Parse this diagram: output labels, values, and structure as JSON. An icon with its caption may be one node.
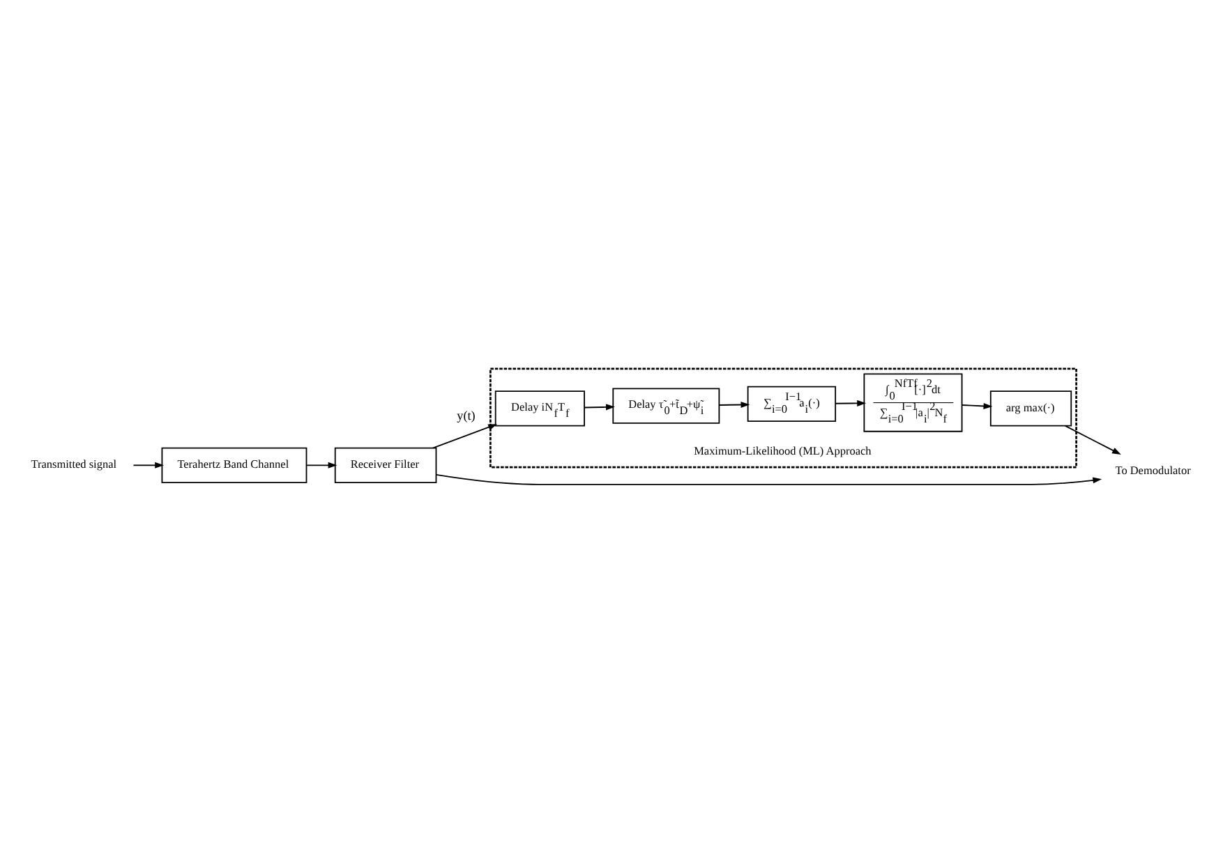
{
  "diagram": {
    "nodes": [
      {
        "text": [
          "Transmitted signal"
        ]
      },
      {
        "text": [
          "Terahertz Band Channel"
        ]
      },
      {
        "text": [
          "Receiver Filter"
        ]
      },
      {
        "text": [
          "To Demodulator"
        ]
      },
      {
        "text": [
          "Maximum-Likelihood (ML) Approach"
        ]
      },
      {
        "text": [
          "Delay iN$_{f}$T$_{f}$"
        ],
        "in": 4
      },
      {
        "text": [
          "Delay τ̃$_{0}$+t̃$_{D}$+ψ̃$_{i}$"
        ],
        "in": 4
      },
      {
        "text": [
          "∑$_{i=0}$$^{I−1}$a$_{i}$(·)"
        ],
        "in": 4
      },
      {
        "text": [
          "∫$_{0}$$^{NfTf}$[·]$^{2}$dt",
          "∑$_{i=0}$$^{I−1}$|a$_{i}$|$^{2}$N$_{f}$"
        ],
        "in": 4
      },
      {
        "text": [
          "arg max(·)"
        ],
        "in": 4
      }
    ],
    "edges": [
      {
        "from": 0,
        "to": 1,
        "arrow": "to"
      },
      {
        "from": 1,
        "to": 2,
        "arrow": "to"
      },
      {
        "from": 2,
        "to": 3,
        "arrow": "to"
      },
      {
        "from": 2,
        "to": 5,
        "arrow": "to",
        "label": "y(t)"
      },
      {
        "from": 5,
        "to": 6,
        "arrow": "to"
      },
      {
        "from": 6,
        "to": 7,
        "arrow": "to"
      },
      {
        "from": 7,
        "to": 8,
        "arrow": "to"
      },
      {
        "from": 8,
        "to": 9,
        "arrow": "to"
      },
      {
        "from": 9,
        "to": 3,
        "arrow": "to"
      }
    ]
  }
}
